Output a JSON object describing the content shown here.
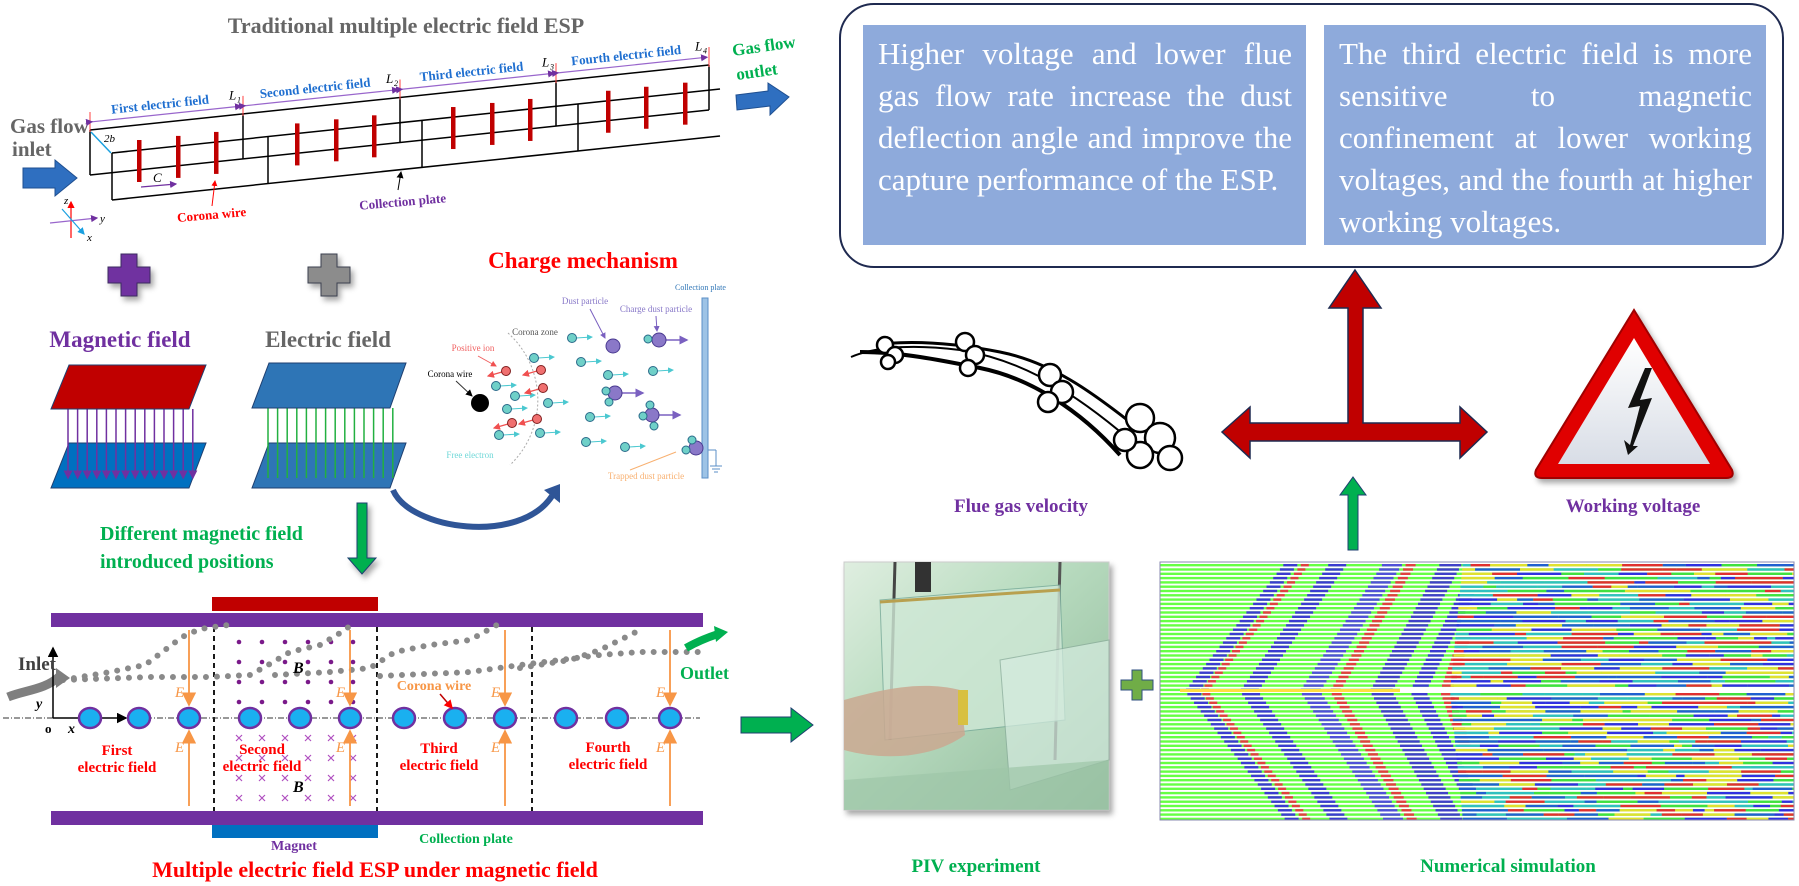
{
  "top_esp": {
    "title": "Traditional multiple electric field ESP",
    "inlet_label": [
      "Gas flow",
      "inlet"
    ],
    "outlet_label": [
      "Gas flow",
      "outlet"
    ],
    "fields": [
      {
        "label": "First electric field",
        "symbol": "L",
        "sub": "1"
      },
      {
        "label": "Second electric field",
        "symbol": "L",
        "sub": "2"
      },
      {
        "label": "Third electric field",
        "symbol": "L",
        "sub": "3"
      },
      {
        "label": "Fourth electric field",
        "symbol": "L",
        "sub": "4"
      }
    ],
    "width_label": "2b",
    "spacing_label": "C",
    "corona_wire": "Corona wire",
    "collection_plate": "Collection plate",
    "axes": {
      "x": "x",
      "y": "y",
      "z": "z"
    }
  },
  "components": {
    "magnetic_field": "Magnetic field",
    "electric_field": "Electric field"
  },
  "charge_mechanism": {
    "title": "Charge mechanism",
    "collection_plate": "Collection plate",
    "dust_particle": "Dust particle",
    "charge_dust_particle": "Charge dust particle",
    "corona_zone": "Corona zone",
    "positive_ion": "Positive ion",
    "corona_wire": "Corona wire",
    "free_electron": "Free electron",
    "trapped_dust_particle": "Trapped dust particle"
  },
  "positions_label": [
    "Different magnetic field",
    "introduced positions"
  ],
  "bottom_esp": {
    "inlet": "Inlet",
    "outlet": "Outlet",
    "axis_origin": "o",
    "axis_x": "x",
    "axis_y": "y",
    "field_symbol": "E",
    "magnetic_symbol": "B",
    "corona_wire": "Corona wire",
    "fields": [
      [
        "First",
        "electric field"
      ],
      [
        "Second",
        "electric field"
      ],
      [
        "Third",
        "electric field"
      ],
      [
        "Fourth",
        "electric field"
      ]
    ],
    "magnet": "Magnet",
    "collection_plate": "Collection plate",
    "caption": "Multiple electric field ESP under magnetic field"
  },
  "conclusions": [
    "Higher voltage and lower flue gas flow rate increase the dust deflection angle and improve the capture performance of the ESP.",
    "The third electric field is more sensitive to magnetic confinement at lower working voltages, and the fourth at higher working voltages."
  ],
  "factors": {
    "velocity": "Flue gas velocity",
    "voltage": "Working voltage"
  },
  "methods": {
    "piv": "PIV experiment",
    "simulation": "Numerical simulation"
  },
  "colors": {
    "purple": "#7030a0",
    "gray_text": "#666666",
    "field_blue": "#1f6fd0",
    "red": "#ff0000",
    "green": "#00b050",
    "magnet_red": "#c00000",
    "magnet_blue": "#0070c0",
    "conclusion_box": "#8eaadb",
    "electrode": "#1ab0f0"
  }
}
